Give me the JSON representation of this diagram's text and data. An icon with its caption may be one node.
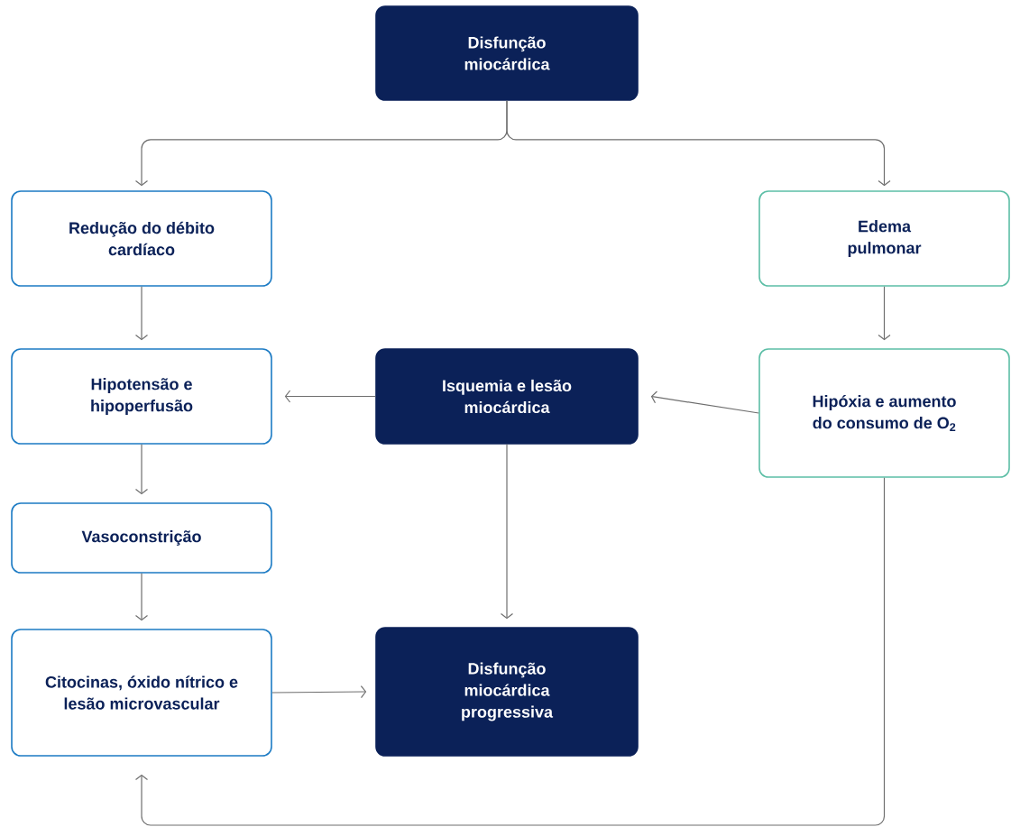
{
  "diagram": {
    "nodes": [
      {
        "text": [
          "Disfunção miocárdica"
        ]
      },
      {
        "text": [
          "Redução do débito cardíaco"
        ]
      },
      {
        "text": [
          "Edema pulmonar"
        ]
      },
      {
        "text": [
          "Hipotensão e hipoperfusão"
        ]
      },
      {
        "text": [
          "Isquemia e lesão miocárdica"
        ]
      },
      {
        "text": [
          "Hipóxia e aumento do consumo de O$_{2}$"
        ]
      },
      {
        "text": [
          "Vasoconstrição"
        ]
      },
      {
        "text": [
          "Citocinas, óxido nítrico e lesão microvascular"
        ]
      },
      {
        "text": [
          "Disfunção miocárdica progressiva"
        ]
      }
    ],
    "edges": [
      {
        "from": 0,
        "to": 1,
        "arrow": "to"
      },
      {
        "from": 0,
        "to": 2,
        "arrow": "to"
      },
      {
        "from": 1,
        "to": 3,
        "arrow": "to"
      },
      {
        "from": 2,
        "to": 5,
        "arrow": "to"
      },
      {
        "from": 4,
        "to": 3,
        "arrow": "to"
      },
      {
        "from": 5,
        "to": 4,
        "arrow": "to"
      },
      {
        "from": 3,
        "to": 6,
        "arrow": "to"
      },
      {
        "from": 6,
        "to": 7,
        "arrow": "to"
      },
      {
        "from": 4,
        "to": 8,
        "arrow": "to"
      },
      {
        "from": 7,
        "to": 8,
        "arrow": "to"
      },
      {
        "from": 5,
        "to": 7,
        "arrow": "to"
      }
    ]
  }
}
